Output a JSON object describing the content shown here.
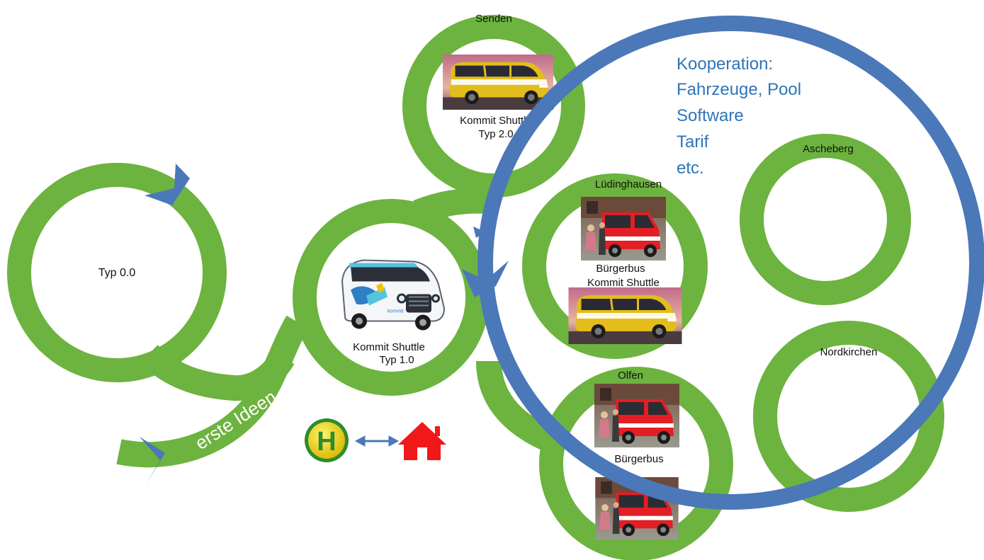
{
  "colors": {
    "green": "#6db33f",
    "blue": "#4a78b8",
    "cooperation_text": "#2e75b6",
    "label_text": "#111111",
    "home_red": "#f01818",
    "stop_yellow": "#f2d400",
    "stop_green": "#2e8b2e"
  },
  "path_label": "erste Ideen",
  "stages": {
    "typ0": {
      "label": "Typ 0.0"
    },
    "typ1": {
      "line1": "Kommit Shuttle",
      "line2": "Typ 1.0",
      "vehicle": "taxi-van-image"
    },
    "senden": {
      "title": "Senden",
      "line1": "Kommit Shuttle",
      "line2": "Typ 2.0",
      "vehicle": "yellow-van-image"
    },
    "luedinghausen": {
      "title": "Lüdinghausen",
      "line1": "Bürgerbus",
      "line2": "Kommit Shuttle",
      "vehicles": [
        "red-bus-image",
        "yellow-van-image"
      ]
    },
    "olfen": {
      "title": "Olfen",
      "line1": "Bürgerbus",
      "vehicles": [
        "red-bus-image",
        "red-bus-image"
      ]
    },
    "ascheberg": {
      "title": "Ascheberg"
    },
    "nordkirchen": {
      "title": "Nordkirchen"
    }
  },
  "cooperation": {
    "lines": [
      "Kooperation:",
      "Fahrzeuge, Pool",
      "Software",
      "Tarif",
      "etc."
    ]
  },
  "icons": {
    "bus_stop": {
      "name": "bus-stop-icon",
      "letter": "H"
    },
    "arrow": "double-arrow-icon",
    "home": "home-icon"
  }
}
